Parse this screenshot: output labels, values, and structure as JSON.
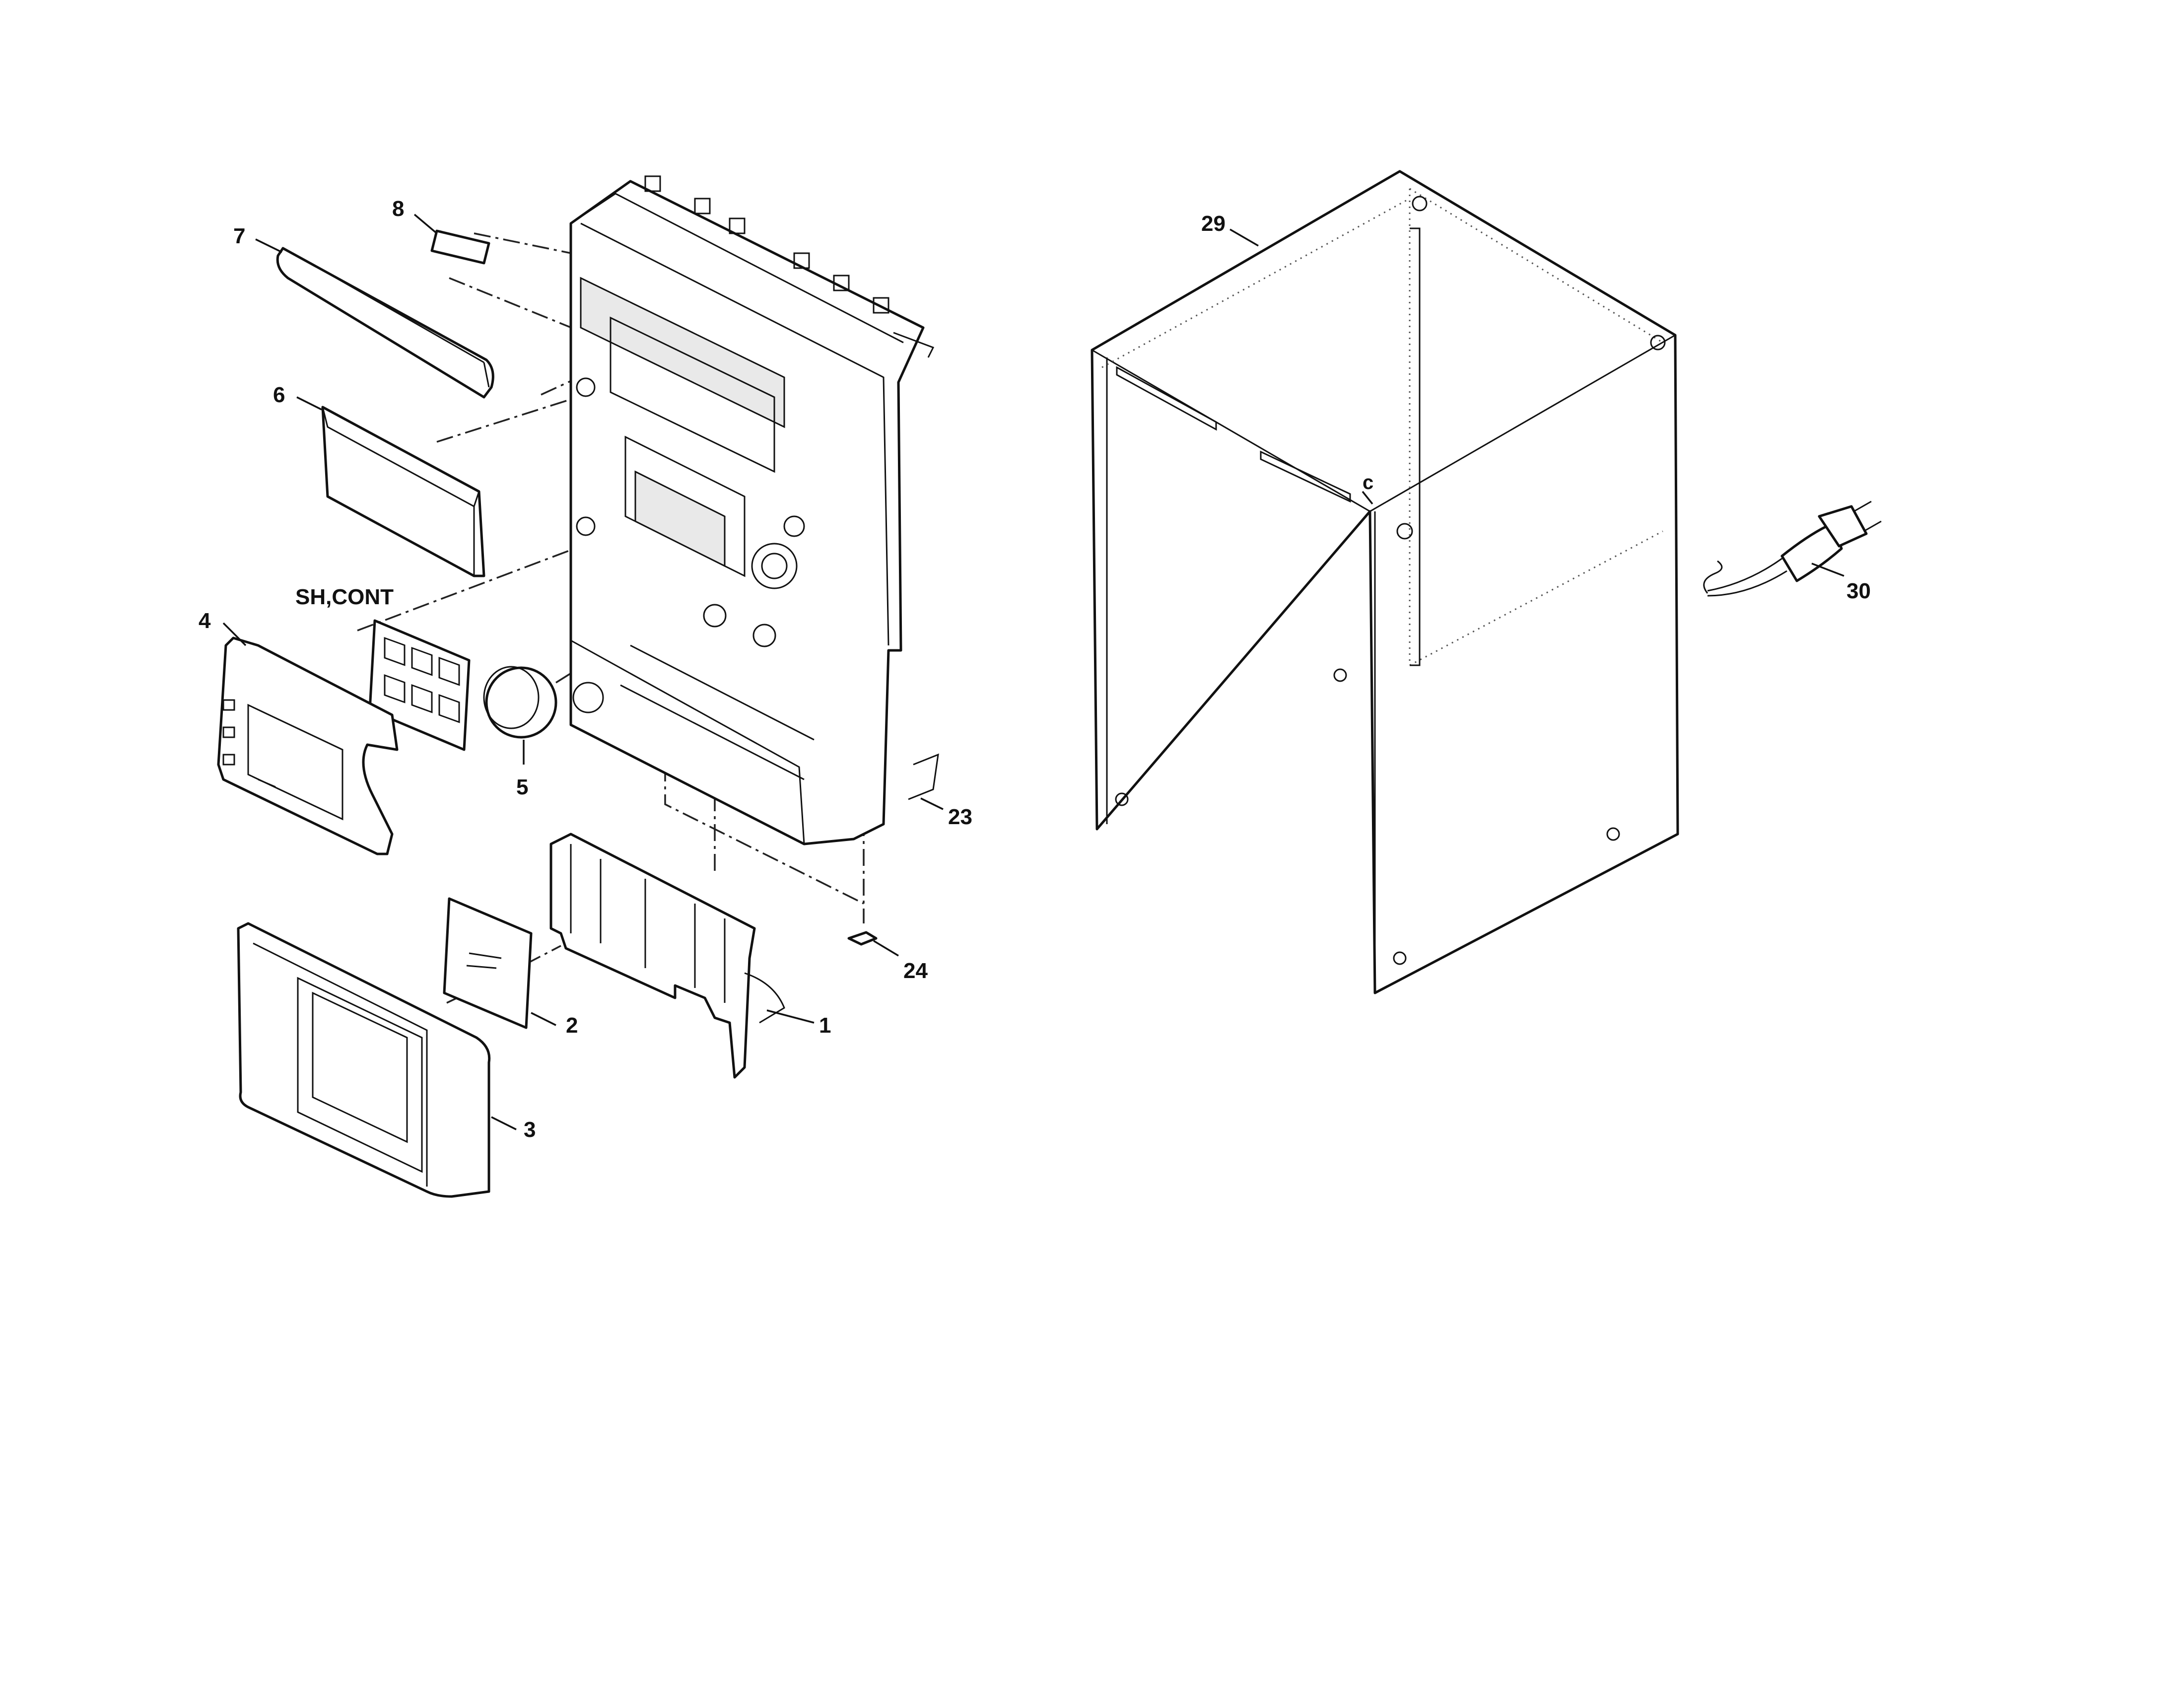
{
  "diagram": {
    "labels": {
      "p1": "1",
      "p2": "2",
      "p3": "3",
      "p4": "4",
      "p5": "5",
      "p6": "6",
      "p7": "7",
      "p8": "8",
      "p23": "23",
      "p24": "24",
      "p29": "29",
      "p30": "30",
      "sh_cont": "SH,CONT",
      "c": "c"
    }
  }
}
